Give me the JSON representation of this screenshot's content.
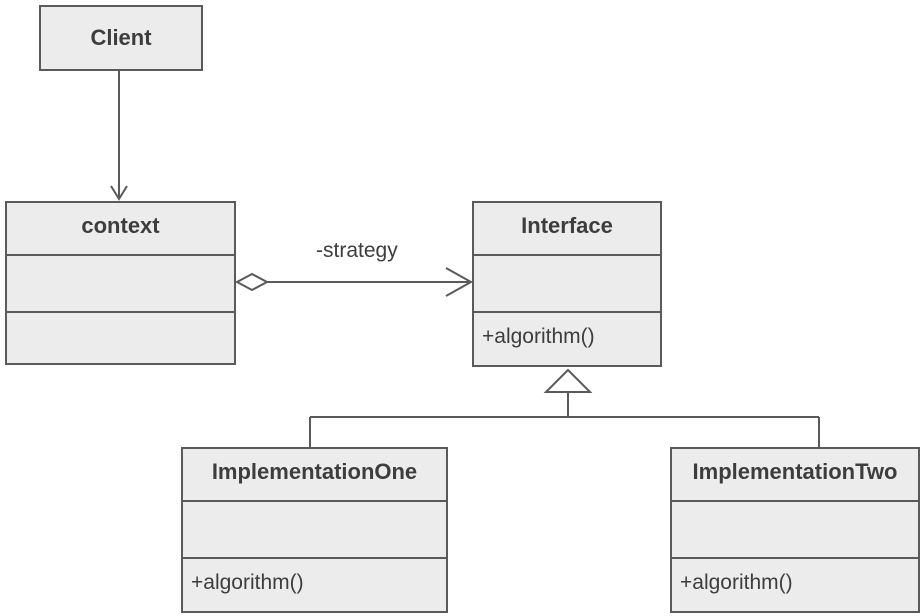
{
  "diagram": {
    "classes": {
      "client": {
        "name": "Client"
      },
      "context": {
        "name": "context"
      },
      "interface": {
        "name": "Interface",
        "operation": "+algorithm()"
      },
      "implementation_one": {
        "name": "ImplementationOne",
        "operation": "+algorithm()"
      },
      "implementation_two": {
        "name": "ImplementationTwo",
        "operation": "+algorithm()"
      }
    },
    "associations": {
      "strategy_label": "-strategy"
    }
  },
  "colors": {
    "box_fill": "#ececec",
    "line": "#5a5a5a",
    "text": "#3d3d3d"
  }
}
